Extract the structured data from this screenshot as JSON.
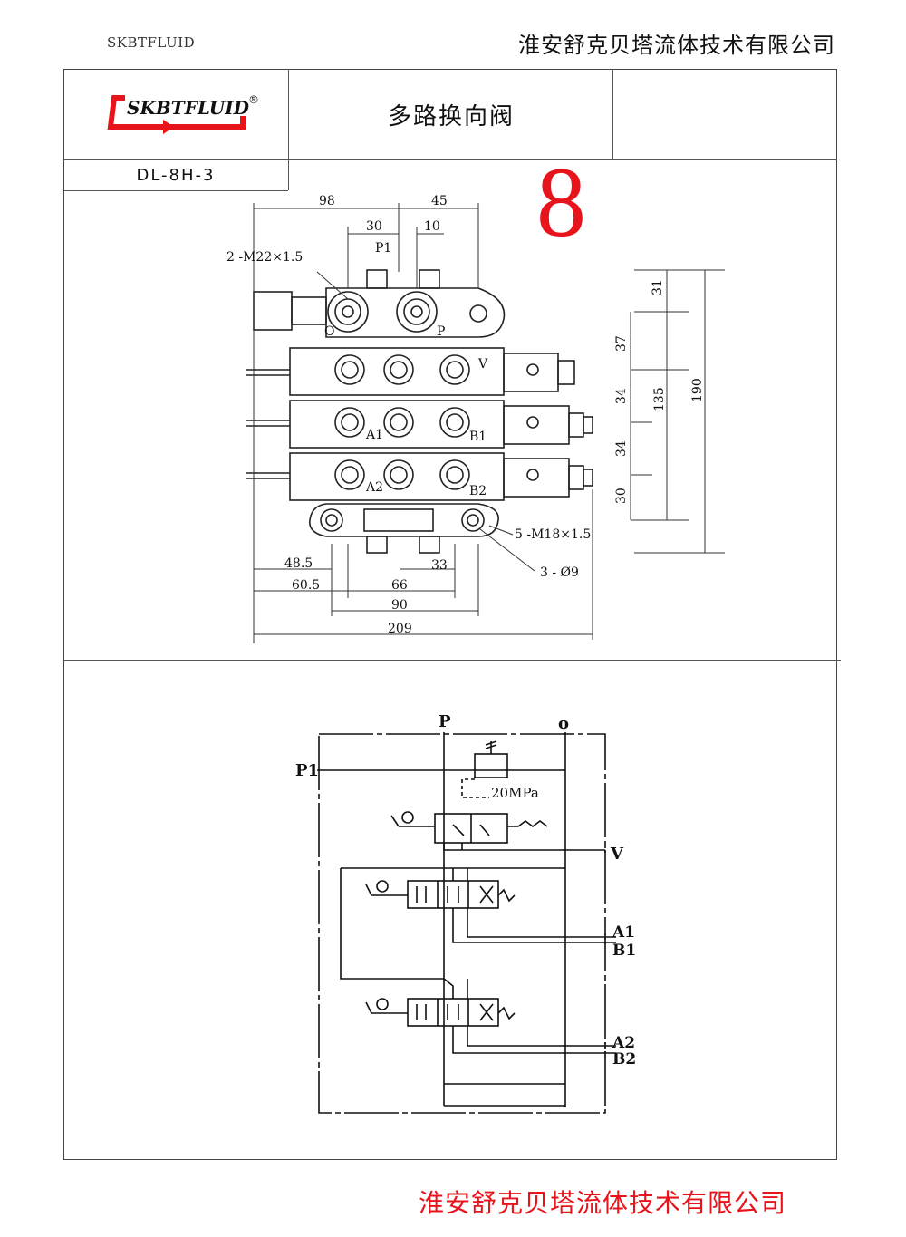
{
  "header": {
    "brand_small": "SKBTFLUID",
    "company": "淮安舒克贝塔流体技术有限公司"
  },
  "title_block": {
    "logo_text": "SKBTFLUID",
    "registered_mark": "®",
    "product_name": "多路换向阀",
    "model": "DL-8H-3",
    "drawing_number": "8"
  },
  "drawing": {
    "dims_top": [
      "98",
      "45",
      "30",
      "10"
    ],
    "port_p1": "P1",
    "thread_top": "2 -M22×1.5",
    "label_o": "O",
    "label_p": "P",
    "label_v": "V",
    "label_a1": "A1",
    "label_b1": "B1",
    "label_a2": "A2",
    "label_b2": "B2",
    "dims_right": [
      "31",
      "37",
      "34",
      "34",
      "30",
      "135",
      "190"
    ],
    "thread_side": "5 -M18×1.5",
    "holes": "3 - Ø9",
    "dims_bottom": [
      "48.5",
      "60.5",
      "33",
      "66",
      "90",
      "209"
    ]
  },
  "schematic": {
    "port_p": "P",
    "port_o": "o",
    "port_p1": "P1",
    "relief_pressure": "20MPa",
    "port_v": "V",
    "port_a1": "A1",
    "port_b1": "B1",
    "port_a2": "A2",
    "port_b2": "B2"
  },
  "footer": {
    "company": "淮安舒克贝塔流体技术有限公司"
  },
  "colors": {
    "accent_red": "#e8141c",
    "line": "#222222"
  }
}
